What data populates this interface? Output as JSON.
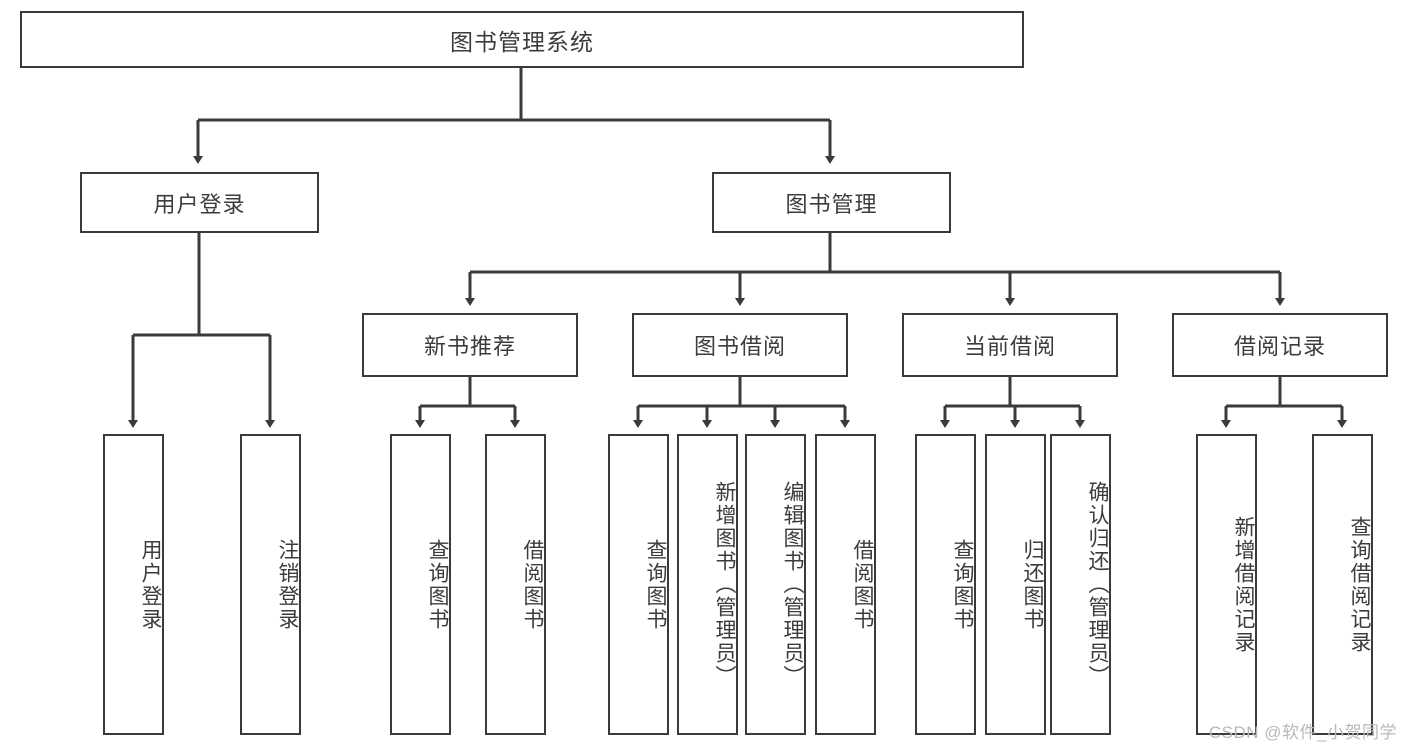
{
  "diagram": {
    "title": "图书管理系统",
    "type": "hierarchy-tree",
    "watermark": "CSDN @软件_小贺同学",
    "colors": {
      "border": "#3a3a3a",
      "text": "#3c3c3c",
      "background": "#ffffff",
      "watermark": "#b9b9b9"
    },
    "root": {
      "label": "图书管理系统"
    },
    "level2": [
      {
        "label": "用户登录"
      },
      {
        "label": "图书管理"
      }
    ],
    "groups": [
      {
        "label": "新书推荐"
      },
      {
        "label": "图书借阅"
      },
      {
        "label": "当前借阅"
      },
      {
        "label": "借阅记录"
      }
    ],
    "leaves": {
      "user_login": [
        {
          "label": "用户登录"
        },
        {
          "label": "注销登录"
        }
      ],
      "new_book_recommend": [
        {
          "label": "查询图书"
        },
        {
          "label": "借阅图书"
        }
      ],
      "book_borrow": [
        {
          "label": "查询图书"
        },
        {
          "label": "新增图书（管理员）"
        },
        {
          "label": "编辑图书（管理员）"
        },
        {
          "label": "借阅图书"
        }
      ],
      "current_borrow": [
        {
          "label": "查询图书"
        },
        {
          "label": "归还图书"
        },
        {
          "label": "确认归还（管理员）"
        }
      ],
      "borrow_record": [
        {
          "label": "新增借阅记录"
        },
        {
          "label": "查询借阅记录"
        }
      ]
    }
  }
}
